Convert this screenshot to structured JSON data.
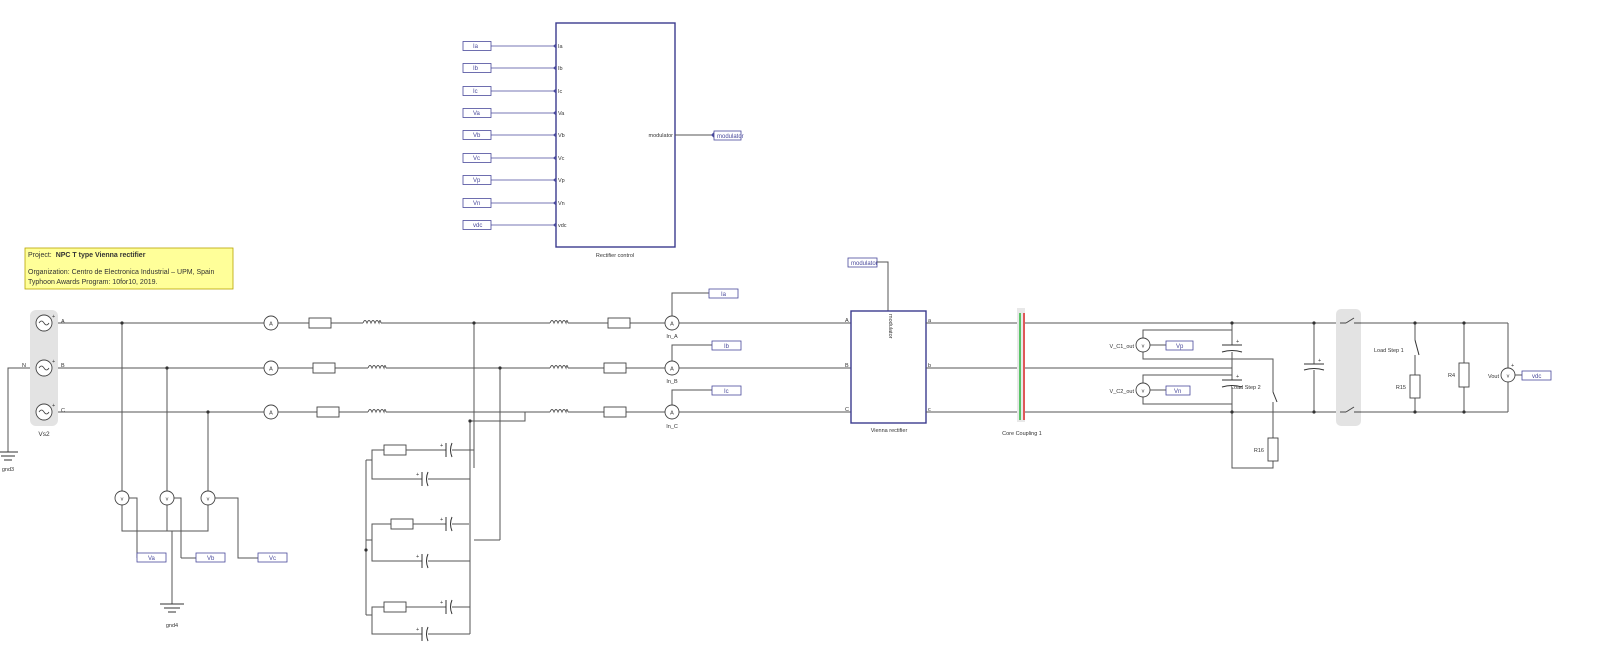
{
  "project": {
    "project_prefix": "Project:",
    "project_name": "NPC T type Vienna rectifier",
    "organization": "Organization: Centro de Electronica Industrial – UPM, Spain",
    "program": "Typhoon Awards Program: 10for10, 2019."
  },
  "rectifier_control": {
    "title": "Rectifier control",
    "inputs": [
      "Ia",
      "Ib",
      "Ic",
      "Va",
      "Vb",
      "Vc",
      "Vp",
      "Vn",
      "vdc"
    ],
    "input_tags": [
      "Ia",
      "Ib",
      "Ic",
      "Va",
      "Vb",
      "Vc",
      "Vp",
      "Vn",
      "vdc"
    ],
    "output_port": "modulator",
    "output_tag": "modulator"
  },
  "vienna": {
    "title": "Vienna rectifier",
    "tag_in": "modulator",
    "port_in": "modulator",
    "left_ports": [
      "A",
      "B",
      "C"
    ],
    "right_ports": [
      "a",
      "b",
      "c"
    ]
  },
  "sources": {
    "name": "Vs2",
    "neutral": "N",
    "phases": [
      "A",
      "B",
      "C"
    ],
    "ground1": "gnd3",
    "ground2": "gnd4",
    "plus": "+"
  },
  "meters": {
    "ammeter": "A",
    "voltmeter": "v",
    "current_names": [
      "In_A",
      "In_B",
      "In_C"
    ],
    "current_tags": [
      "Ia",
      "Ib",
      "Ic"
    ],
    "voltage_tags": [
      "Va",
      "Vb",
      "Vc"
    ]
  },
  "core_coupling": "Core Coupling 1",
  "dc_side": {
    "vc1": "V_C1_out",
    "vc1_tag": "Vp",
    "vc2": "V_C2_out",
    "vc2_tag": "Vn",
    "load1": "Load Step 1",
    "load2": "Load Step 2",
    "r15": "R15",
    "r4": "R4",
    "r16": "R16",
    "vout": "Vout",
    "vout_tag": "vdc"
  },
  "colors": {
    "wire": "#555555",
    "block": "#3b3b8f",
    "tag": "#4a4a9c",
    "note_bg": "#ffff99",
    "coupling_green": "#33bb44",
    "coupling_red": "#dd3333"
  }
}
